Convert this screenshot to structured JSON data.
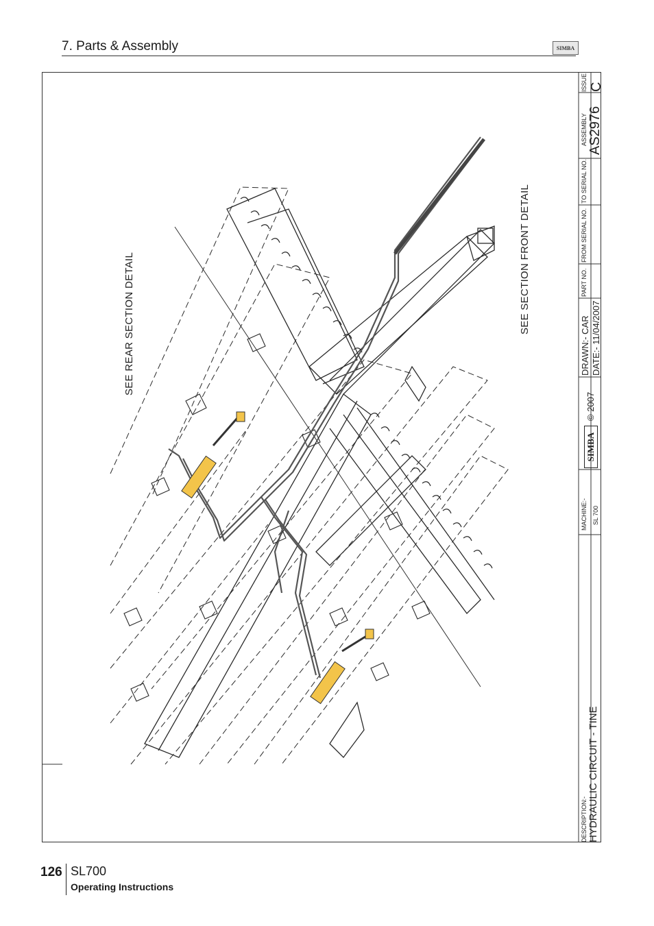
{
  "header": {
    "section_title": "7. Parts & Assembly",
    "logo_text": "SIMBA"
  },
  "drawing": {
    "callout_rear": "SEE REAR SECTION DETAIL",
    "callout_front": "SEE SECTION FRONT DETAIL"
  },
  "title_block": {
    "issue_label": "ISSUE",
    "issue_value": "C",
    "assembly_label": "ASSEMBLY",
    "assembly_value": "AS2976",
    "to_serial_label": "TO SERIAL NO.",
    "from_serial_label": "FROM SERIAL NO.",
    "part_no_label": "PART NO.",
    "drawn_label": "DRAWN:- CAR",
    "date_label": "DATE:- 11/04/2007",
    "brand": "SIMBA",
    "copyright": "© 2007",
    "machine_label": "MACHINE:-",
    "machine_value": "SL 700",
    "description_label": "DESCRIPTION:-",
    "description_value": "HYDRAULIC CIRCUIT - TINE"
  },
  "footer": {
    "page_number": "126",
    "model": "SL700",
    "subtitle": "Operating Instructions"
  },
  "colors": {
    "cylinder": "#f3c44a",
    "line": "#2a2a2a",
    "hose": "#555555"
  }
}
